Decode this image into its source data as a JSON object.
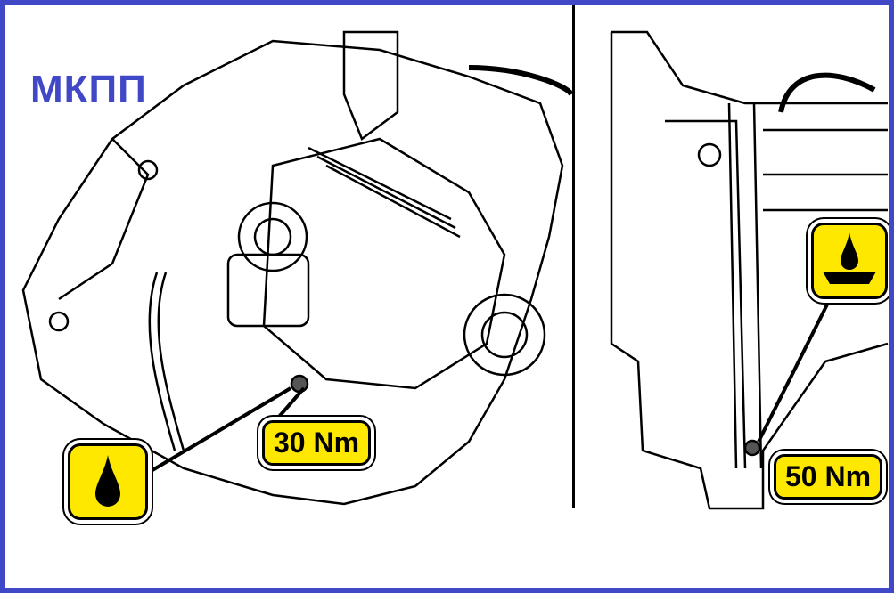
{
  "title": "МКПП",
  "labels": {
    "left_torque": "30 Nm",
    "right_torque": "50 Nm"
  },
  "icons": {
    "left": "oil-drop-icon",
    "right": "oil-level-icon"
  },
  "colors": {
    "frame": "#4048c8",
    "badge": "#ffe800"
  }
}
